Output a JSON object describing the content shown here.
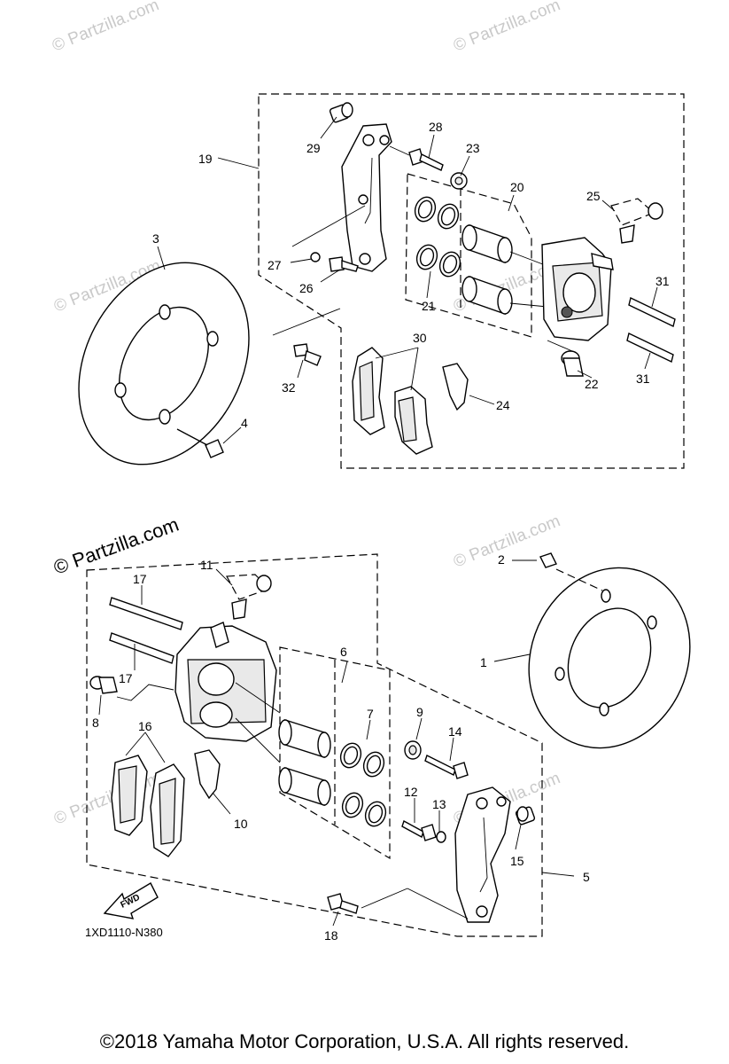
{
  "watermarks": {
    "small": "© Partzilla.com",
    "large": "© Partzilla.com"
  },
  "callouts": {
    "n1": "1",
    "n2": "2",
    "n3": "3",
    "n4": "4",
    "n5": "5",
    "n6": "6",
    "n7": "7",
    "n8": "8",
    "n9": "9",
    "n10": "10",
    "n11": "11",
    "n12": "12",
    "n13": "13",
    "n14": "14",
    "n15": "15",
    "n16": "16",
    "n17a": "17",
    "n17b": "17",
    "n18": "18",
    "n19": "19",
    "n20": "20",
    "n21": "21",
    "n22": "22",
    "n23": "23",
    "n24": "24",
    "n25": "25",
    "n26": "26",
    "n27": "27",
    "n28": "28",
    "n29": "29",
    "n30": "30",
    "n31a": "31",
    "n31b": "31",
    "n32": "32"
  },
  "fwd_label": "FWD",
  "diagram_code": "1XD1110-N380",
  "copyright": "©2018  Yamaha Motor Corporation, U.S.A. All rights reserved."
}
